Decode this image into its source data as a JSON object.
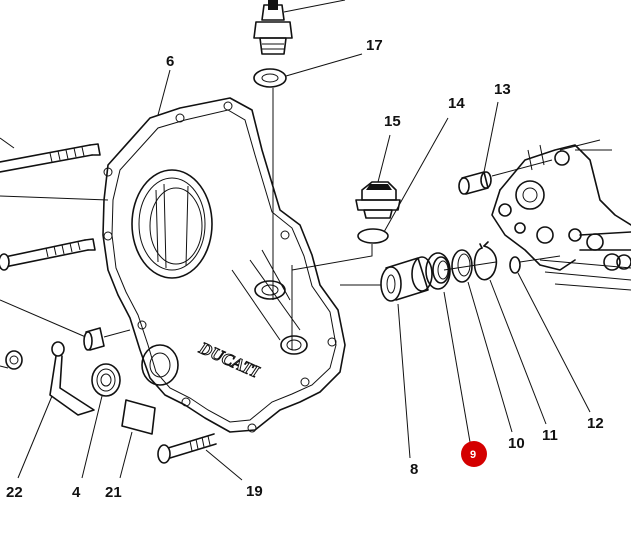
{
  "diagram": {
    "labels": {
      "l6": "6",
      "l17": "17",
      "l15": "15",
      "l14": "14",
      "l13": "13",
      "l8": "8",
      "l9": "9",
      "l10": "10",
      "l11": "11",
      "l12": "12",
      "l19": "19",
      "l21": "21",
      "l4": "4",
      "l22": "22"
    },
    "cover_text": "DUCATI",
    "highlight": {
      "part": "9",
      "color": "#d40000"
    }
  }
}
